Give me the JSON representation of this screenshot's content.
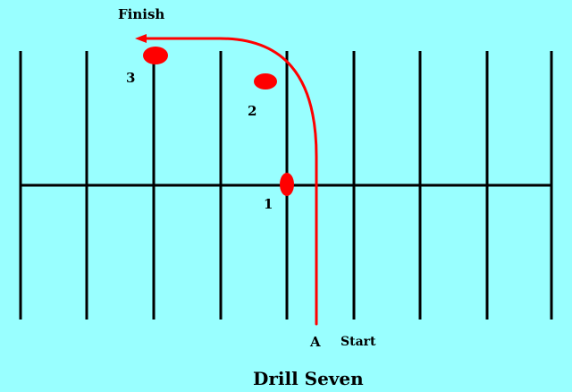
{
  "diagram": {
    "title": "Drill Seven",
    "labels": {
      "finish": "Finish",
      "start": "Start",
      "point_a": "A",
      "marker_1": "1",
      "marker_2": "2",
      "marker_3": "3"
    },
    "colors": {
      "background": "#99FFFF",
      "lines": "#000000",
      "path": "#FF0000",
      "markers": "#FF0000"
    }
  }
}
